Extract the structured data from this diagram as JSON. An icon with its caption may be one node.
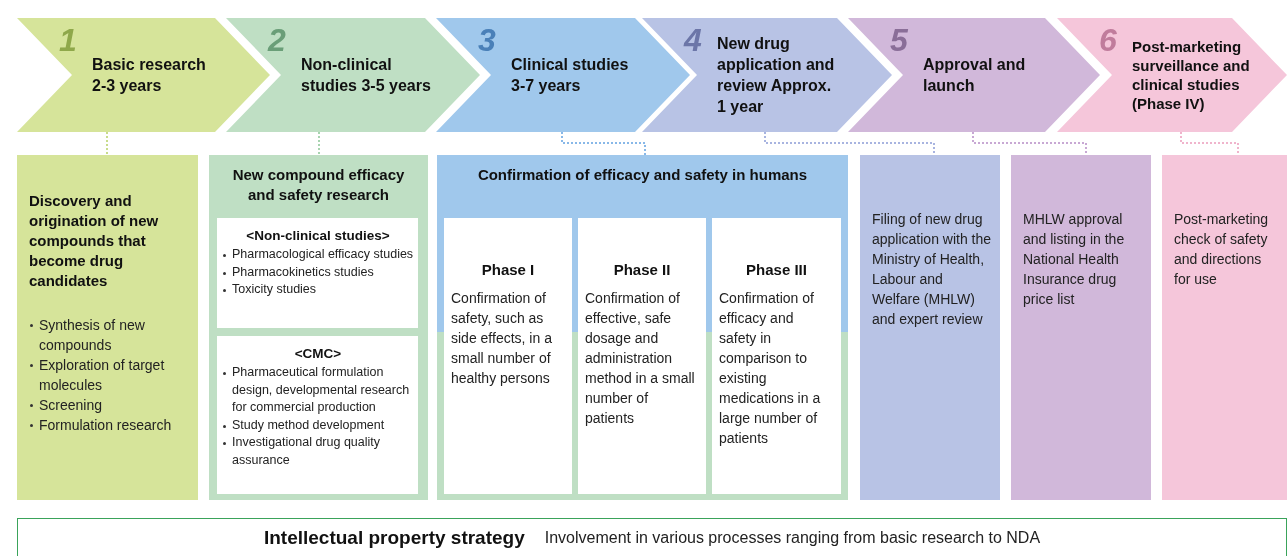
{
  "diagram": {
    "nodes": [
      {
        "text": [
          "1",
          "Basic research 2-3 years"
        ]
      },
      {
        "text": [
          "2",
          "Non-clinical studies 3-5 years"
        ]
      },
      {
        "text": [
          "3",
          "Clinical studies 3-7 years"
        ]
      },
      {
        "text": [
          "4",
          "New drug application and review Approx. 1 year"
        ]
      },
      {
        "text": [
          "5",
          "Approval and launch"
        ]
      },
      {
        "text": [
          "6",
          "Post-marketing surveillance and clinical studies (Phase IV)"
        ]
      },
      {
        "text": [
          "Discovery and origination of new compounds that become drug candidates",
          "Synthesis of new compounds",
          "Exploration of target molecules",
          "Screening",
          "Formulation research"
        ]
      },
      {
        "text": [
          "New compound efficacy and safety research"
        ]
      },
      {
        "text": [
          "<Non-clinical studies>",
          "Pharmacological efficacy studies",
          "Pharmacokinetics studies",
          "Toxicity studies"
        ],
        "in": 7
      },
      {
        "text": [
          "<CMC>",
          "Pharmaceutical formulation design, developmental research for commercial production",
          "Study method development",
          "Investigational drug quality assurance"
        ],
        "in": 7
      },
      {
        "text": [
          "Confirmation of efficacy and safety in humans"
        ]
      },
      {
        "text": [
          "Phase I",
          "Confirmation of safety, such as side effects, in a small number of healthy persons"
        ],
        "in": 10
      },
      {
        "text": [
          "Phase II",
          "Confirmation of effective, safe dosage and administration method in a small number of patients"
        ],
        "in": 10
      },
      {
        "text": [
          "Phase III",
          "Confirmation of efficacy and safety in comparison to existing medications in a large number of patients"
        ],
        "in": 10
      },
      {
        "text": [
          "Filing of new drug application with the Ministry of Health, Labour and Welfare (MHLW) and expert review"
        ]
      },
      {
        "text": [
          "MHLW approval and listing in the National Health Insurance drug price list"
        ]
      },
      {
        "text": [
          "Post-marketing check of safety and directions for use"
        ]
      },
      {
        "text": [
          "Intellectual property strategy",
          "Involvement in various processes ranging from basic research to NDA"
        ]
      }
    ],
    "edges": [
      {
        "from": 0,
        "to": 6,
        "arrow": "none",
        "style": "dashed",
        "color": "#c8dc8c"
      },
      {
        "from": 1,
        "to": 7,
        "arrow": "none",
        "style": "dashed",
        "color": "#a8d4b0"
      },
      {
        "from": 2,
        "to": 10,
        "arrow": "none",
        "style": "dashed",
        "color": "#88b8e8"
      },
      {
        "from": 3,
        "to": 14,
        "arrow": "none",
        "style": "dashed",
        "color": "#a8b4e0"
      },
      {
        "from": 4,
        "to": 15,
        "arrow": "none",
        "style": "dashed",
        "color": "#c8a8d4"
      },
      {
        "from": 5,
        "to": 16,
        "arrow": "none",
        "style": "dashed",
        "color": "#f0b4cc"
      }
    ]
  }
}
